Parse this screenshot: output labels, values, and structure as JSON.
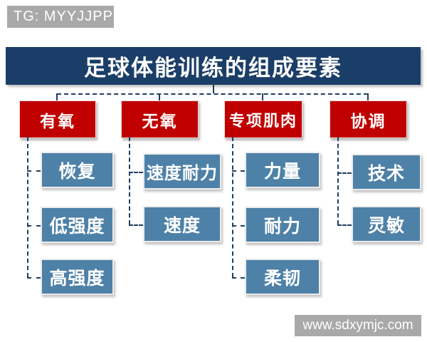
{
  "badges": {
    "top_left": "TG: MYYJJPP",
    "bottom_right": "www.sdxymjc.com"
  },
  "title": "足球体能训练的组成要素",
  "colors": {
    "title_bg": "#1b3e68",
    "category_bg": "#c00000",
    "item_bg": "#4e81a8",
    "connector": "#1e3f63",
    "badge_bg": "#a9a9a9"
  },
  "tree": {
    "categories": [
      {
        "label": "有氧",
        "children": [
          "恢复",
          "低强度",
          "高强度"
        ]
      },
      {
        "label": "无氧",
        "children": [
          "速度耐力",
          "速度"
        ]
      },
      {
        "label": "专项肌肉",
        "children": [
          "力量",
          "耐力",
          "柔韧"
        ]
      },
      {
        "label": "协调",
        "children": [
          "技术",
          "灵敏"
        ]
      }
    ]
  }
}
